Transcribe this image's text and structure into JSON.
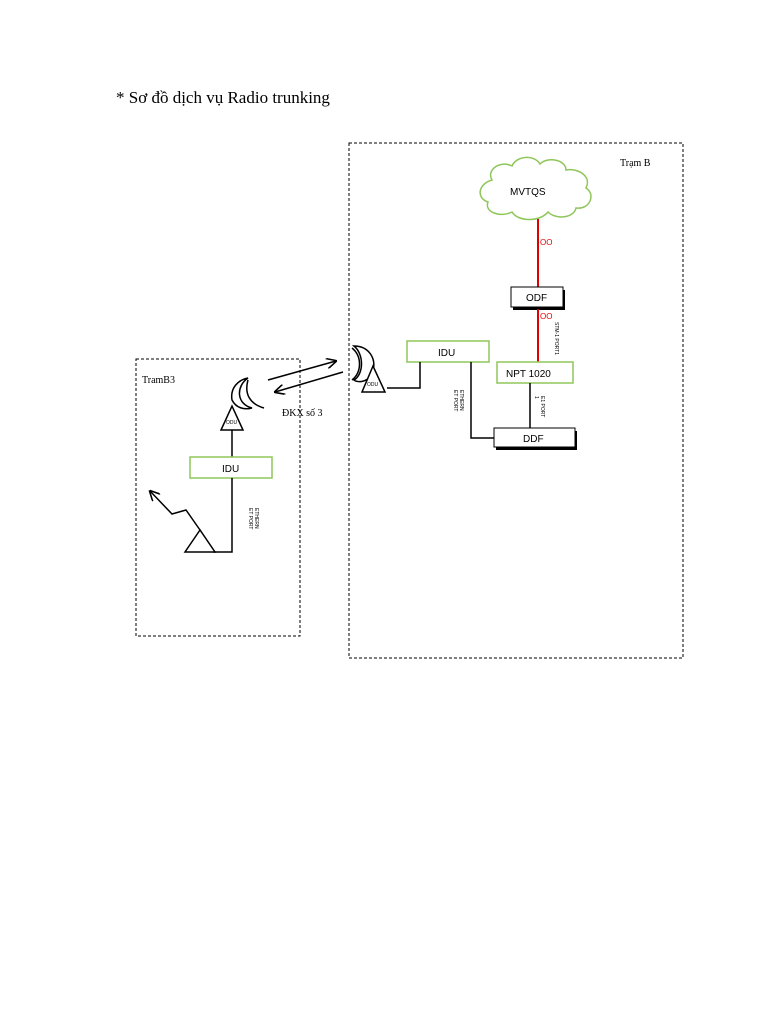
{
  "title": "* Sơ đồ dịch vụ Radio trunking",
  "station_b": {
    "label": "Trạm B",
    "cloud": "MVTQS",
    "fiber_mark_1": "OO",
    "fiber_mark_2": "OO",
    "odf": "ODF",
    "idu": "IDU",
    "odu": "ODU",
    "npt": "NPT 1020",
    "ddf": "DDF",
    "stm_port": "STM-1 PORT1",
    "ethernet_port_line1": "ETHERN",
    "ethernet_port_line2": "ET PORT",
    "e1_port_line1": "E1 PORT",
    "e1_port_line2": "1"
  },
  "station_b3": {
    "label": "TramB3",
    "odu": "ODU",
    "idu": "IDU",
    "ethernet_port_line1": "ETHERN",
    "ethernet_port_line2": "ET PORT"
  },
  "link_label": "ĐKX số 3"
}
